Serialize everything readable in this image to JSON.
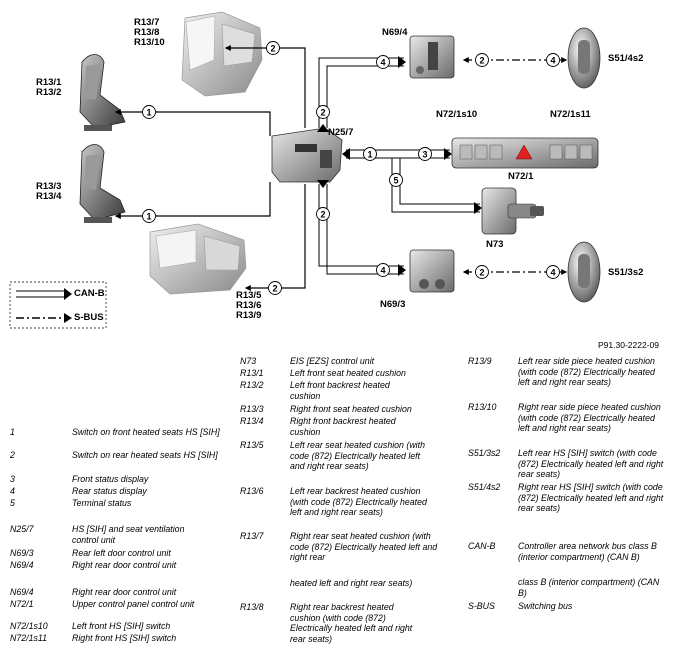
{
  "diagram": {
    "component_labels": {
      "r13_7_8_10": "R13/7\nR13/8\nR13/10",
      "r13_1_2": "R13/1\nR13/2",
      "r13_3_4": "R13/3\nR13/4",
      "r13_5_6_9": "R13/5\nR13/6\nR13/9",
      "n69_4": "N69/4",
      "n69_3": "N69/3",
      "n25_7": "N25/7",
      "n72_1s10": "N72/1s10",
      "n72_1s11": "N72/1s11",
      "n72_1": "N72/1",
      "n73": "N73",
      "s51_4s2": "S51/4s2",
      "s51_3s2": "S51/3s2"
    },
    "circle_numbers": {
      "front_seat_top": "1",
      "front_seat_bottom": "1",
      "rear_seat_top": "2",
      "rear_seat_bottom": "2",
      "n69_4_link": "4",
      "n25_7_up": "2",
      "n69_4_sbus_left": "2",
      "n69_4_sbus_right": "4",
      "n25_7_right": "1",
      "n72_1_link": "3",
      "terminal": "5",
      "n25_7_down": "2",
      "n69_3_link": "4",
      "n69_3_sbus_left": "2",
      "n69_3_sbus_right": "4"
    },
    "legend": {
      "can_b": "CAN-B",
      "s_bus": "S-BUS"
    },
    "figure_ref": "P91.30-2222-09"
  },
  "legend_table": {
    "left": [
      {
        "key": "1",
        "desc": "Switch on front heated seats HS [SIH]"
      },
      {
        "key": "2",
        "desc": "Switch on rear heated seats HS [SIH]"
      },
      {
        "key": "3",
        "desc": "Front status display"
      },
      {
        "key": "4",
        "desc": "Rear status display"
      },
      {
        "key": "5",
        "desc": "Terminal status"
      },
      {
        "key": "N25/7",
        "desc": "HS [SIH] and seat ventilation control unit"
      },
      {
        "key": "N69/3",
        "desc": "Rear left door control unit"
      },
      {
        "key": "N69/4",
        "desc": "Right rear door control unit"
      },
      {
        "key": "N69/4",
        "desc": "Right rear door control unit"
      },
      {
        "key": "N72/1",
        "desc": "Upper control panel control unit"
      },
      {
        "key": "N72/1s10",
        "desc": "Left front HS [SIH] switch"
      },
      {
        "key": "N72/1s11",
        "desc": "Right front HS [SIH] switch"
      }
    ],
    "middle": [
      {
        "key": "N73",
        "desc": "EIS [EZS] control unit"
      },
      {
        "key": "R13/1",
        "desc": "Left front seat heated cushion"
      },
      {
        "key": "R13/2",
        "desc": "Left front backrest heated cushion"
      },
      {
        "key": "R13/3",
        "desc": "Right front seat heated cushion"
      },
      {
        "key": "R13/4",
        "desc": "Right front backrest heated cushion"
      },
      {
        "key": "R13/5",
        "desc": "Left rear seat heated cushion (with code (872) Electrically heated left and right rear seats)"
      },
      {
        "key": "R13/6",
        "desc": "Left rear backrest heated cushion (with code (872) Electrically heated left and right rear seats)"
      },
      {
        "key": "R13/7",
        "desc": "Right rear seat heated cushion (with code (872) Electrically heated left and right rear"
      },
      {
        "key": "",
        "desc": "heated left and right rear seats)"
      },
      {
        "key": "R13/8",
        "desc": "Right rear backrest heated cushion (with code (872) Electrically heated left and right rear seats)"
      }
    ],
    "right": [
      {
        "key": "R13/9",
        "desc": "Left rear side piece heated cushion (with code (872) Electrically heated left and right rear seats)"
      },
      {
        "key": "R13/10",
        "desc": "Right rear side piece heated cushion (with code (872) Electrically heated left and right rear seats)"
      },
      {
        "key": "S51/3s2",
        "desc": "Left rear HS [SIH] switch (with code (872) Electrically heated left and right rear seats)"
      },
      {
        "key": "S51/4s2",
        "desc": "Right rear HS [SIH] switch (with code (872) Electrically heated left and right rear seats)"
      },
      {
        "key": "CAN-B",
        "desc": "Controller area network bus class B (interior compartment) (CAN B)"
      },
      {
        "key": "",
        "desc": "class B (interior compartment) (CAN B)"
      },
      {
        "key": "S-BUS",
        "desc": "Switching bus"
      }
    ]
  }
}
